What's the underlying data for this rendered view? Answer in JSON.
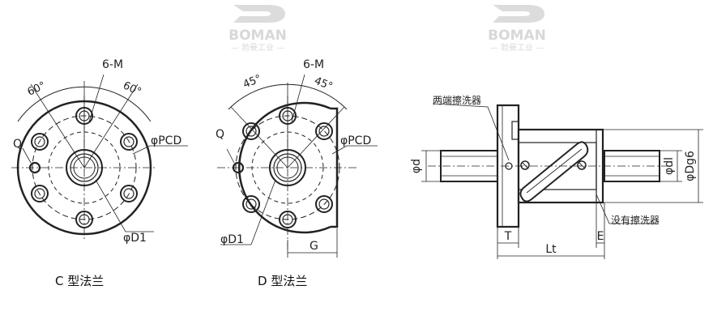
{
  "watermark": {
    "brand": "BOMAN",
    "subtitle": "— 勃曼工业 —"
  },
  "view_c": {
    "caption": "C 型法兰",
    "holes": "6-M",
    "angle_left": "60°",
    "angle_right": "60°",
    "pcd": "φPCD",
    "q": "Q",
    "d1": "φD1"
  },
  "view_d": {
    "caption": "D 型法兰",
    "holes": "6-M",
    "angle_left": "45°",
    "angle_right": "45°",
    "pcd": "φPCD",
    "q": "Q",
    "d1": "φD1",
    "g": "G"
  },
  "side_view": {
    "wiper_both": "两端擦洗器",
    "wiper_none": "没有擦洗器",
    "d": "φd",
    "dl": "φdl",
    "dg6": "φDg6",
    "t": "T",
    "e": "E",
    "lt": "Lt"
  },
  "colors": {
    "line": "#222222",
    "watermark": "#d8d8d8"
  }
}
